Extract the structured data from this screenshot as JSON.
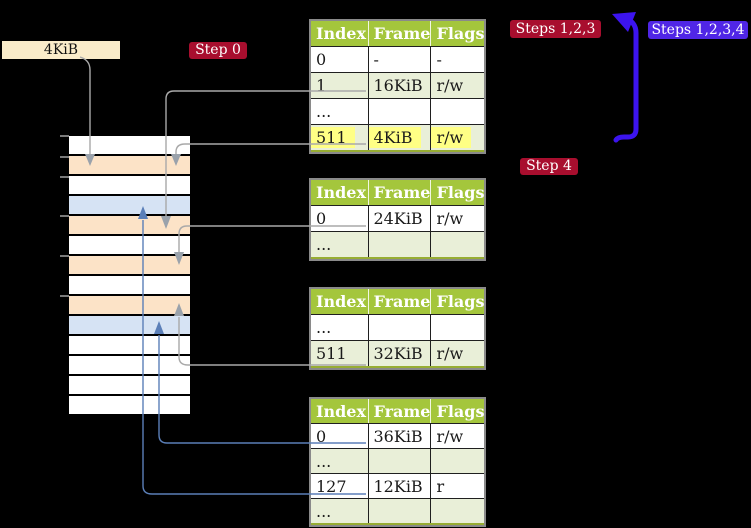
{
  "labels": {
    "frame_box": "4KiB",
    "step0": "Step 0",
    "steps123": "Steps 1,2,3",
    "steps1234": "Steps 1,2,3,4",
    "step4": "Step 4"
  },
  "colors": {
    "background": "#000000",
    "table_header_green": "#a4c63c",
    "table_row_green": "#e9efd8",
    "table_row_white": "#ffffff",
    "memory_row_peach": "#fce3c7",
    "memory_row_blue": "#d6e3f4",
    "memory_row_white": "#ffffff",
    "frame_label_bg": "#faecca",
    "step_badge_red": "#a80e2e",
    "steps_badge_violet": "#5026e6",
    "arrow_gray": "#a9a9a9",
    "arrow_blue": "#5b7fb8",
    "arrow_violet": "#3c14ee",
    "highlight_yellow": "#ffff85",
    "tick_gray": "#7a7a7a",
    "table_border_gray": "#8a8a8a"
  },
  "memory": {
    "rows": [
      {
        "kind": "white"
      },
      {
        "kind": "peach"
      },
      {
        "kind": "white"
      },
      {
        "kind": "blue"
      },
      {
        "kind": "peach"
      },
      {
        "kind": "white"
      },
      {
        "kind": "peach"
      },
      {
        "kind": "white"
      },
      {
        "kind": "peach"
      },
      {
        "kind": "blue"
      },
      {
        "kind": "white"
      },
      {
        "kind": "white"
      },
      {
        "kind": "white"
      },
      {
        "kind": "white"
      }
    ]
  },
  "tables": [
    {
      "columns": [
        "Index",
        "Frame",
        "Flags"
      ],
      "rows": [
        {
          "cells": [
            "0",
            "-",
            "-"
          ],
          "shaded": false,
          "highlight": false
        },
        {
          "cells": [
            "1",
            "16KiB",
            "r/w"
          ],
          "shaded": true,
          "highlight": false
        },
        {
          "cells": [
            "...",
            "",
            ""
          ],
          "shaded": false,
          "highlight": false
        },
        {
          "cells": [
            "511",
            "4KiB",
            "r/w"
          ],
          "shaded": true,
          "highlight": true
        }
      ]
    },
    {
      "columns": [
        "Index",
        "Frame",
        "Flags"
      ],
      "rows": [
        {
          "cells": [
            "0",
            "24KiB",
            "r/w"
          ],
          "shaded": false,
          "highlight": false
        },
        {
          "cells": [
            "...",
            "",
            ""
          ],
          "shaded": true,
          "highlight": false
        }
      ]
    },
    {
      "columns": [
        "Index",
        "Frame",
        "Flags"
      ],
      "rows": [
        {
          "cells": [
            "...",
            "",
            ""
          ],
          "shaded": false,
          "highlight": false
        },
        {
          "cells": [
            "511",
            "32KiB",
            "r/w"
          ],
          "shaded": true,
          "highlight": false
        }
      ]
    },
    {
      "columns": [
        "Index",
        "Frame",
        "Flags"
      ],
      "rows": [
        {
          "cells": [
            "0",
            "36KiB",
            "r/w"
          ],
          "shaded": false,
          "highlight": false
        },
        {
          "cells": [
            "...",
            "",
            ""
          ],
          "shaded": true,
          "highlight": false
        },
        {
          "cells": [
            "127",
            "12KiB",
            "r"
          ],
          "shaded": false,
          "highlight": false
        },
        {
          "cells": [
            "...",
            "",
            ""
          ],
          "shaded": true,
          "highlight": false
        }
      ]
    }
  ]
}
